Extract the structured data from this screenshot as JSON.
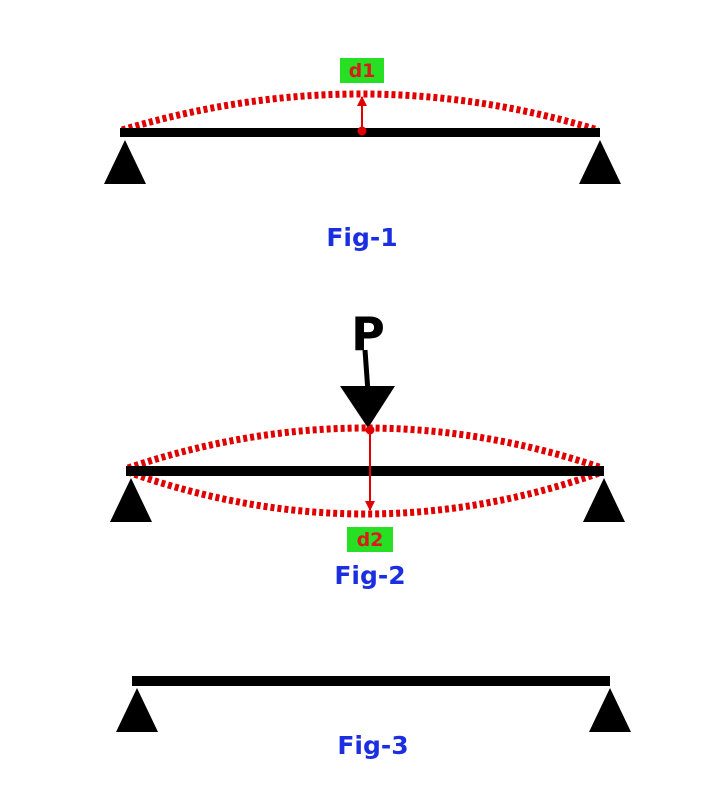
{
  "figures": [
    {
      "caption": "Fig-1",
      "tag": "d1"
    },
    {
      "caption": "Fig-2",
      "tag": "d2",
      "load": "P"
    },
    {
      "caption": "Fig-3"
    }
  ],
  "colors": {
    "beam": "#000000",
    "deflection": "#e00000",
    "tag_background": "#27e023",
    "tag_text": "#d81b1b",
    "caption": "#1c2fe0"
  },
  "icons": {
    "support": "triangle-support-icon",
    "load_arrow": "arrow-down-icon",
    "deflection_arrow": "arrow-icon"
  }
}
